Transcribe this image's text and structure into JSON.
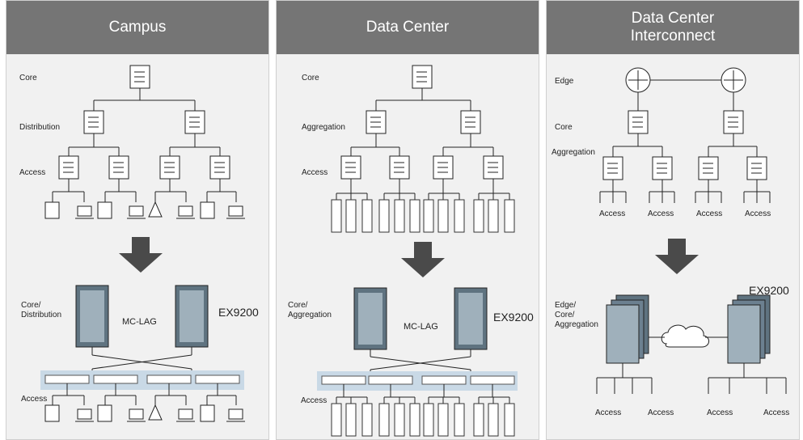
{
  "panels": [
    {
      "title": "Campus",
      "labels": {
        "core": "Core",
        "distribution": "Distribution",
        "access": "Access",
        "core_distribution": "Core/\nDistribution",
        "mclag": "MC-LAG",
        "model": "EX9200",
        "access_bottom": "Access"
      }
    },
    {
      "title": "Data Center",
      "labels": {
        "core": "Core",
        "aggregation": "Aggregation",
        "access": "Access",
        "core_aggregation": "Core/\nAggregation",
        "mclag": "MC-LAG",
        "model": "EX9200",
        "access_bottom": "Access"
      }
    },
    {
      "title": "Data Center\nInterconnect",
      "labels": {
        "edge": "Edge",
        "core": "Core",
        "aggregation": "Aggregation",
        "access_row": [
          "Access",
          "Access",
          "Access",
          "Access"
        ],
        "edge_core_aggregation": "Edge/\nCore/\nAggregation",
        "model": "EX9200",
        "access_bottom": [
          "Access",
          "Access",
          "Access",
          "Access"
        ]
      }
    }
  ],
  "colors": {
    "header": "#757575",
    "panel": "#f1f1f1",
    "arrow": "#4a4a4a",
    "highlight": "#c9d9e6"
  }
}
